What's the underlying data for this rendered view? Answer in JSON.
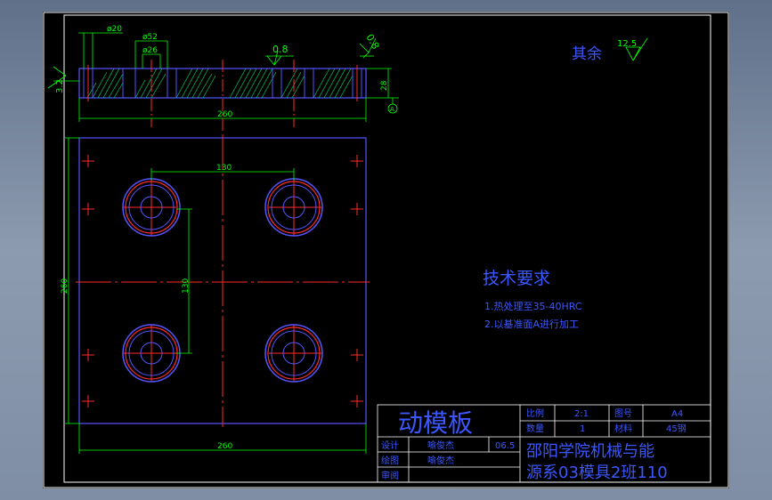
{
  "dimensions": {
    "d20": "ø20",
    "d52": "ø52",
    "d26": "ø26",
    "thk": "28",
    "width_top": "260",
    "width_bottom": "260",
    "height_left": "260",
    "spacing_h": "130",
    "spacing_v": "130"
  },
  "roughness": {
    "r1": "3.2",
    "r2": "0.8",
    "r3": "0.8",
    "rest_label": "其余",
    "rest_value": "12.5"
  },
  "datum": "A",
  "tech": {
    "title": "技术要求",
    "line1": "1.热处理至35-40HRC",
    "line2": "2.以基准面A进行加工"
  },
  "title_block": {
    "part_name": "动模板",
    "scale_label": "比例",
    "scale_value": "2:1",
    "drawing_no_label": "图号",
    "drawing_no_value": "A4",
    "qty_label": "数量",
    "qty_value": "1",
    "material_label": "材料",
    "material_value": "45钢",
    "design_label": "设计",
    "design_name": "喻俊杰",
    "design_date": "06.5",
    "draw_label": "绘图",
    "draw_name": "喻俊杰",
    "review_label": "审阅",
    "school_line1": "邵阳学院机械与能",
    "school_line2": "源系03模具2班110"
  },
  "colors": {
    "frame": "#ffffff",
    "outline": "#5555ff",
    "center": "#ff2a2a",
    "dim": "#00ff00",
    "hatch": "#00cc66",
    "text_blue": "#3b57ff"
  }
}
